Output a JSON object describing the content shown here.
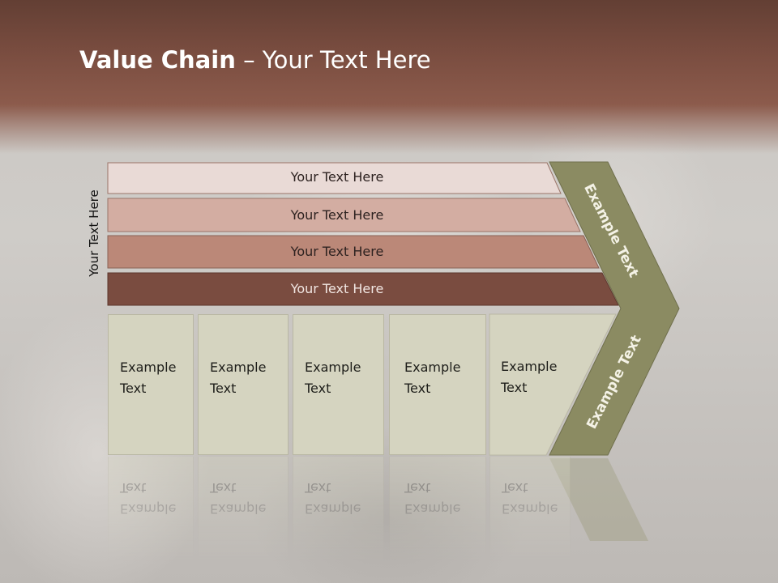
{
  "slide": {
    "title_bold": "Value Chain",
    "title_rest": " – Your Text Here",
    "side_label": "Your Text Here"
  },
  "bars": [
    {
      "label": "Your Text Here"
    },
    {
      "label": "Your Text Here"
    },
    {
      "label": "Your Text Here"
    },
    {
      "label": "Your Text Here"
    }
  ],
  "boxes": [
    {
      "line1": "Example",
      "line2": "Text"
    },
    {
      "line1": "Example",
      "line2": "Text"
    },
    {
      "line1": "Example",
      "line2": "Text"
    },
    {
      "line1": "Example",
      "line2": "Text"
    },
    {
      "line1": "Example",
      "line2": "Text"
    }
  ],
  "chevron": {
    "upper_label": "Example Text",
    "lower_label": "Example Text"
  },
  "colors": {
    "header": "#7a4d40",
    "bar1": "#e9dad6",
    "bar2": "#d3ada2",
    "bar3": "#bb8878",
    "bar4": "#7a4c40",
    "box": "#d5d4c0",
    "chevron": "#8b8b62"
  }
}
